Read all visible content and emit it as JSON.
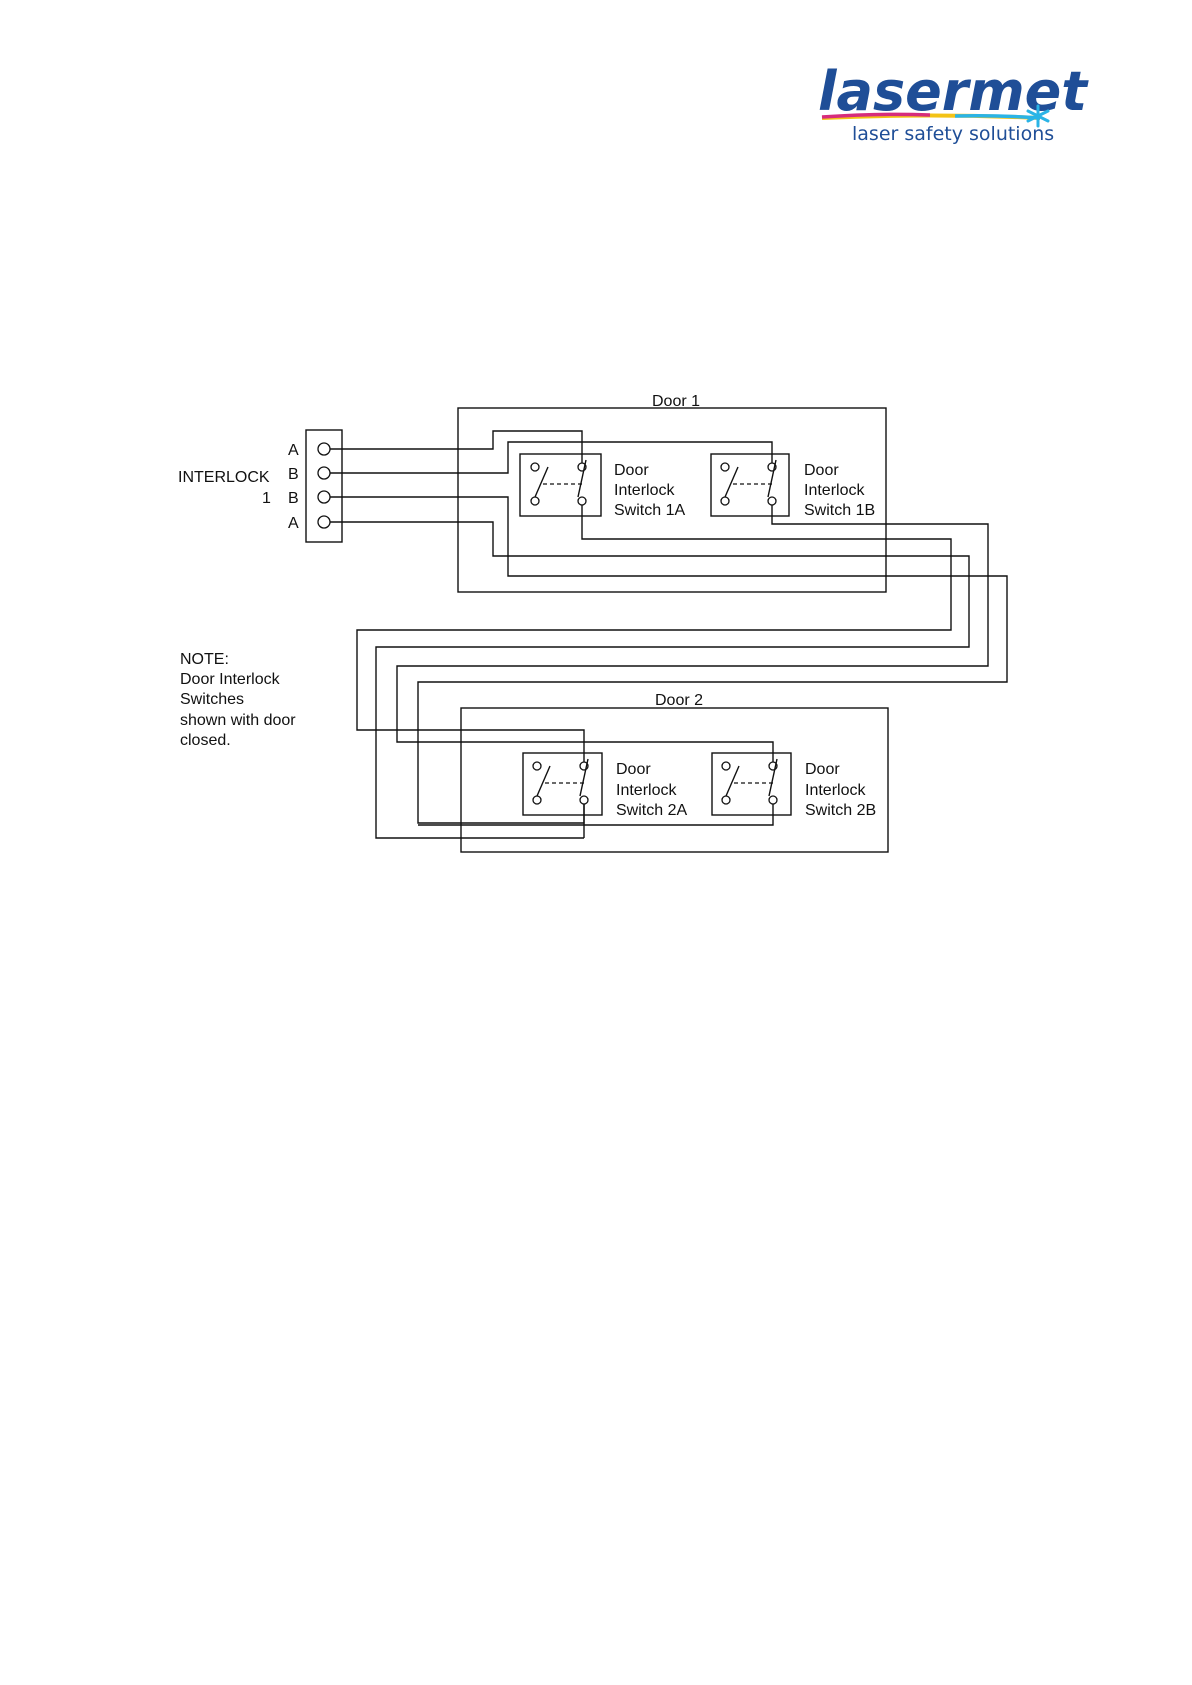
{
  "logo": {
    "wordmark": "lasermet",
    "tagline": "laser safety solutions",
    "colors": {
      "brand_blue": "#1f4e97",
      "star_cyan": "#2ab4e6",
      "stripe_magenta": "#d62c7c",
      "stripe_yellow": "#f3c316",
      "stripe_cyan": "#2ab4e6"
    }
  },
  "diagram": {
    "connector": {
      "label_line1": "INTERLOCK",
      "label_line2": "1",
      "pins": [
        "A",
        "B",
        "B",
        "A"
      ]
    },
    "door1": {
      "title": "Door 1",
      "switch_a": [
        "Door",
        "Interlock",
        "Switch 1A"
      ],
      "switch_b": [
        "Door",
        "Interlock",
        "Switch 1B"
      ]
    },
    "door2": {
      "title": "Door 2",
      "switch_a": [
        "Door",
        "Interlock",
        "Switch 2A"
      ],
      "switch_b": [
        "Door",
        "Interlock",
        "Switch 2B"
      ]
    },
    "note": [
      "NOTE:",
      "Door Interlock",
      "Switches",
      "shown with door",
      "closed."
    ]
  }
}
